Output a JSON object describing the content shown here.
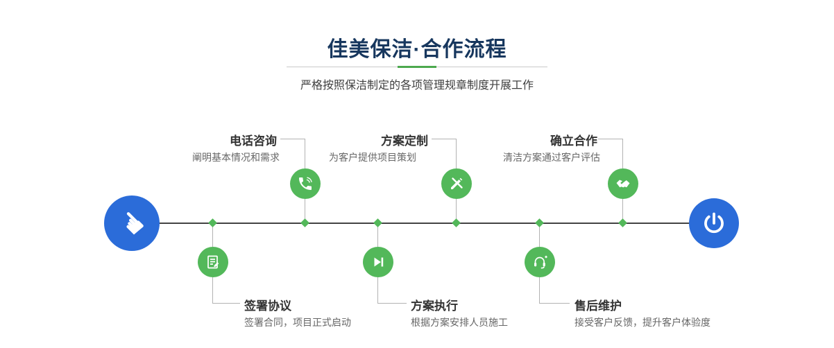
{
  "header": {
    "title": "佳美保洁·合作流程",
    "subtitle": "严格按照保洁制定的各项管理规章制度开展工作"
  },
  "process": {
    "top_steps": [
      {
        "title": "电话咨询",
        "desc": "阐明基本情况和需求",
        "icon": "phone-icon"
      },
      {
        "title": "方案定制",
        "desc": "为客户提供项目策划",
        "icon": "pencil-ruler-icon"
      },
      {
        "title": "确立合作",
        "desc": "清洁方案通过客户评估",
        "icon": "handshake-icon"
      }
    ],
    "bottom_steps": [
      {
        "title": "签署协议",
        "desc": "签署合同，项目正式启动",
        "icon": "contract-icon"
      },
      {
        "title": "方案执行",
        "desc": "根据方案安排人员施工",
        "icon": "play-next-icon"
      },
      {
        "title": "售后维护",
        "desc": "接受客户反馈，提升客户体验度",
        "icon": "headset-plus-icon"
      }
    ],
    "start_icon": "hand-pointer-icon",
    "end_icon": "power-icon"
  },
  "colors": {
    "accent_green": "#53b85a",
    "accent_blue": "#2b6cd9",
    "title_navy": "#17375e"
  }
}
